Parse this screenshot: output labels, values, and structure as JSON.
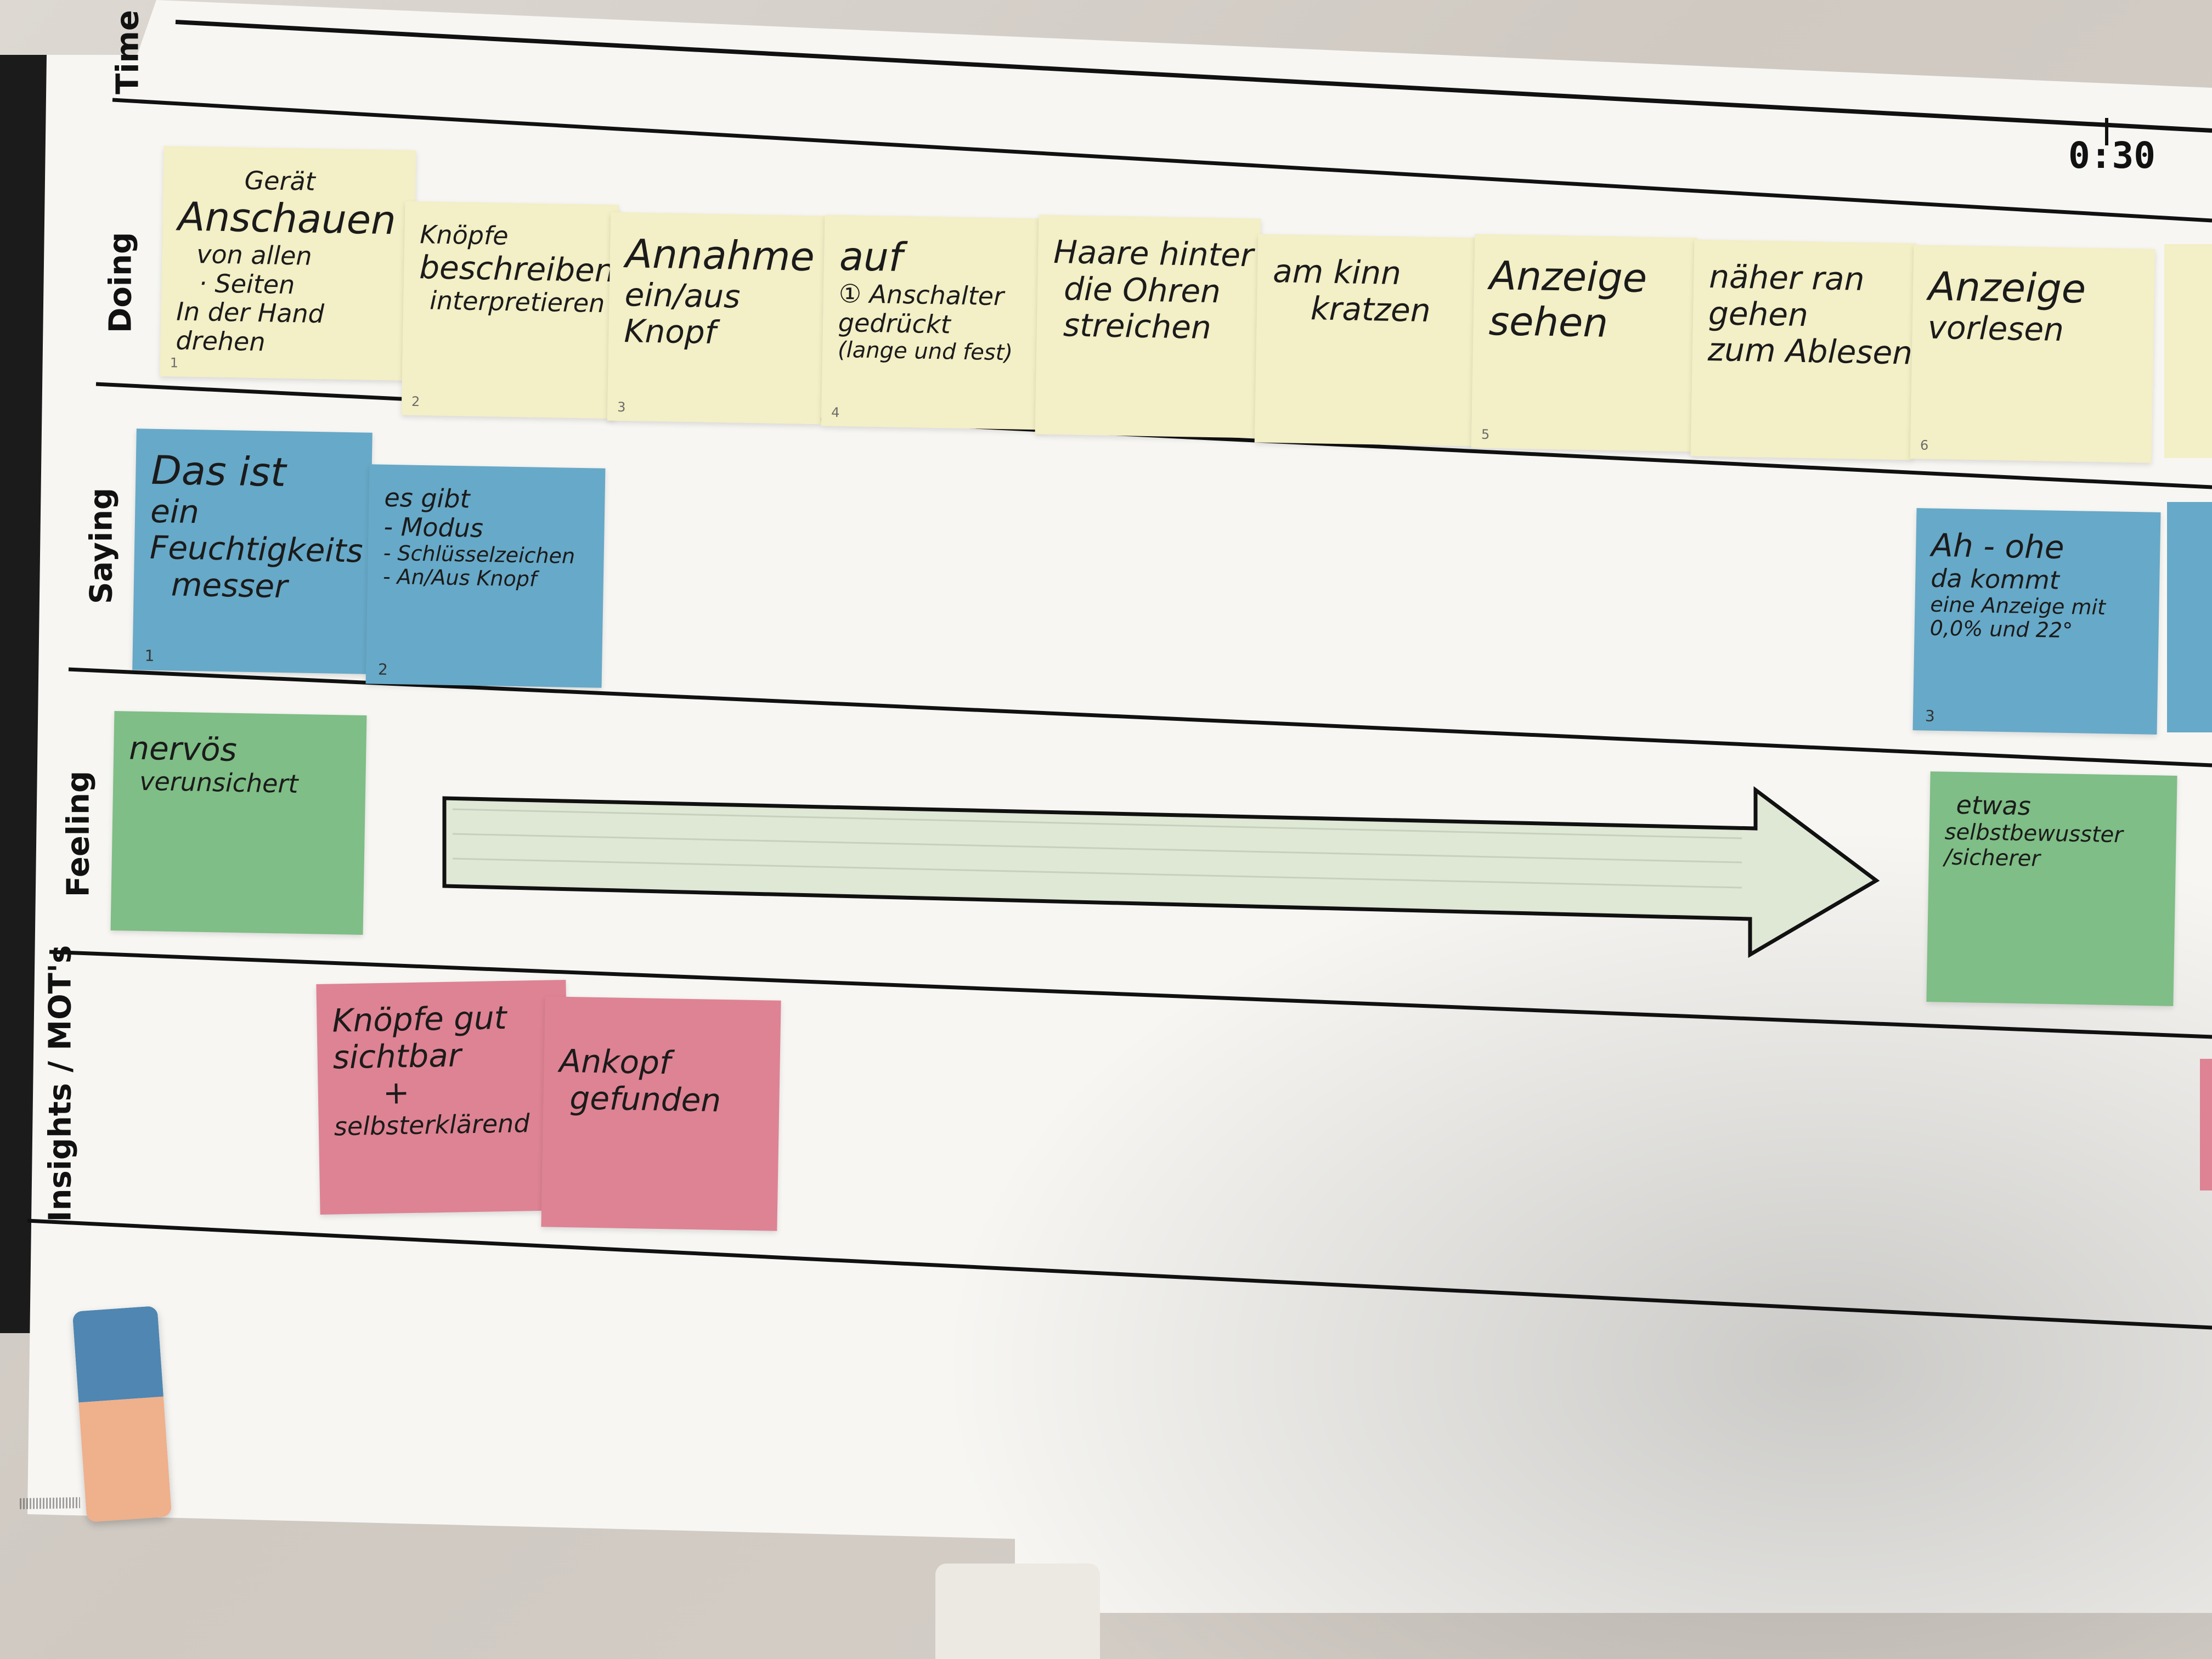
{
  "board": {
    "time_marker": "0:30"
  },
  "lanes": [
    {
      "key": "time",
      "label": "Time"
    },
    {
      "key": "doing",
      "label": "Doing"
    },
    {
      "key": "saying",
      "label": "Saying"
    },
    {
      "key": "feeling",
      "label": "Feeling"
    },
    {
      "key": "insights",
      "label": "Insights / MOT's"
    }
  ],
  "notes": {
    "doing_1": {
      "lines": [
        "Gerät",
        "Anschauen",
        "von allen",
        "· Seiten",
        "In der Hand",
        "drehen"
      ],
      "number": "1"
    },
    "doing_2": {
      "lines": [
        "Knöpfe",
        "beschreiben/",
        "interpretieren"
      ],
      "number": "2"
    },
    "doing_3": {
      "lines": [
        "Annahme",
        "ein/aus",
        "Knopf"
      ],
      "number": "3"
    },
    "doing_4": {
      "lines": [
        "auf",
        "① Anschalter",
        "gedrückt",
        "(lange und fest)"
      ],
      "number": "4"
    },
    "doing_5": {
      "lines": [
        "Haare hinter",
        "die Ohren",
        "streichen"
      ]
    },
    "doing_6": {
      "lines": [
        "am kinn",
        "kratzen"
      ]
    },
    "doing_7": {
      "lines": [
        "Anzeige",
        "sehen"
      ],
      "number": "5"
    },
    "doing_8": {
      "lines": [
        "näher ran",
        "gehen",
        "zum Ablesen"
      ]
    },
    "doing_9": {
      "lines": [
        "Anzeige",
        "vorlesen"
      ],
      "number": "6"
    },
    "saying_1": {
      "lines": [
        "Das ist",
        "ein",
        "Feuchtigkeits",
        "messer"
      ],
      "number": "1"
    },
    "saying_2": {
      "lines": [
        "es gibt",
        "- Modus",
        "- Schlüsselzeichen",
        "- An/Aus Knopf"
      ],
      "number": "2"
    },
    "saying_3": {
      "lines": [
        "Ah - ohe",
        "da kommt",
        "eine Anzeige mit",
        "0,0% und 22°"
      ],
      "number": "3"
    },
    "feeling_1": {
      "lines": [
        "nervös",
        "verunsichert"
      ]
    },
    "feeling_2": {
      "lines": [
        "etwas",
        "selbstbewusster",
        "/sicherer"
      ]
    },
    "insight_1": {
      "lines": [
        "Knöpfe gut",
        "sichtbar",
        "+",
        "selbsterklärend"
      ]
    },
    "insight_2": {
      "lines": [
        "Ankopf",
        "gefunden"
      ]
    }
  },
  "colors": {
    "sticky_yellow": "#f3efc6",
    "sticky_blue": "#67a9c8",
    "sticky_green": "#7fbe86",
    "sticky_red": "#de8393",
    "arrow_fill": "#dfe7d5",
    "line": "#111111"
  }
}
